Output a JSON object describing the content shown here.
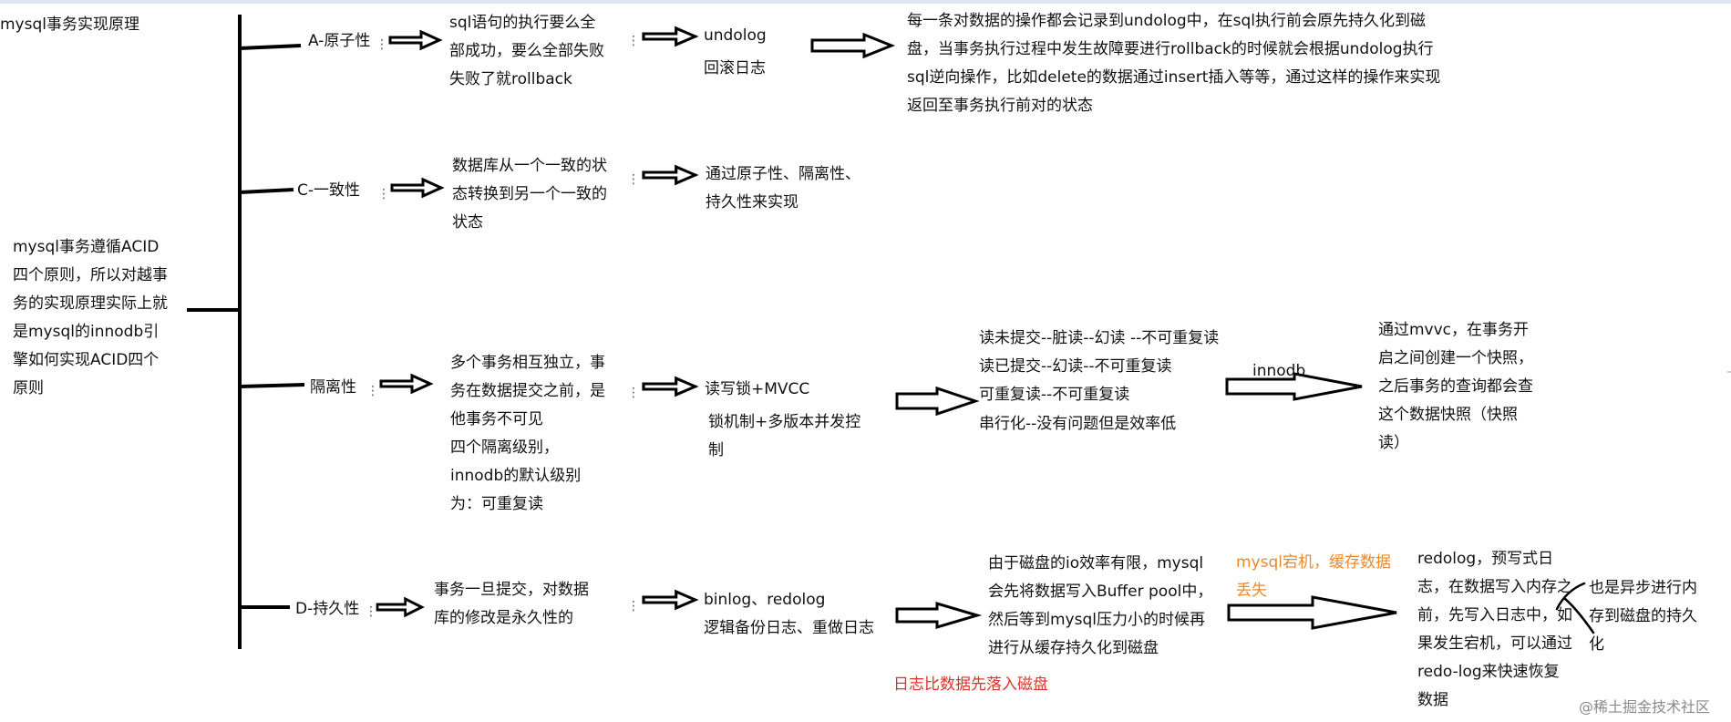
{
  "diagram": {
    "root_title": "mysql事务实现原理",
    "intro": "mysql事务遵循ACID\n四个原则，所以对越事\n务的实现原理实际上就\n是mysql的innodb引\n擎如何实现ACID四个\n原则",
    "atomicity": {
      "label": "A-原子性",
      "definition": "sql语句的执行要么全\n部成功，要么全部失败\n失败了就rollback",
      "means": "undolog\n回滚日志",
      "explanation": "每一条对数据的操作都会记录到undolog中，在sql执行前会原先持久化到磁\n盘，当事务执行过程中发生故障要进行rollback的时候就会根据undolog执行\nsql逆向操作，比如delete的数据通过insert插入等等，通过这样的操作来实现\n返回至事务执行前对的状态"
    },
    "consistency": {
      "label": "C-一致性",
      "definition": "数据库从一个一致的状\n态转换到另一个一致的\n状态",
      "means": "通过原子性、隔离性、\n持久性来实现"
    },
    "isolation": {
      "label": "隔离性",
      "definition": "多个事务相互独立，事\n务在数据提交之前，是\n他事务不可见\n四个隔离级别，\ninnodb的默认级别\n为：可重复读",
      "means_title": "读写锁+MVCC",
      "means_detail": "锁机制+多版本并发控\n制",
      "levels": [
        "读未提交--脏读--幻读 --不可重复读",
        "读已提交--幻读--不可重复读",
        "可重复读--不可重复读",
        "串行化--没有问题但是效率低"
      ],
      "arrow_label": "innodb",
      "mvcc": "通过mvvc，在事务开\n启之间创建一个快照，\n之后事务的查询都会查\n这个数据快照（快照\n读）"
    },
    "durability": {
      "label": "D-持久性",
      "definition": "事务一旦提交，对数据\n库的修改是永久性的",
      "means": "binlog、redolog\n逻辑备份日志、重做日志",
      "buffer": "由于磁盘的io效率有限，mysql\n会先将数据写入Buffer pool中，\n然后等到mysql压力小的时候再\n进行从缓存持久化到磁盘",
      "risk_note": "mysql宕机，缓存数据\n丢失",
      "log_note": "日志比数据先落入磁盘",
      "redolog": "redolog，预写式日\n志，在数据写入内存之\n前，先写入日志中，如\n果发生宕机，可以通过\nredo-log来快速恢复\n数据",
      "side_note": "也是异步进行内\n存到磁盘的持久\n化"
    },
    "watermark": "@稀土掘金技术社区"
  }
}
